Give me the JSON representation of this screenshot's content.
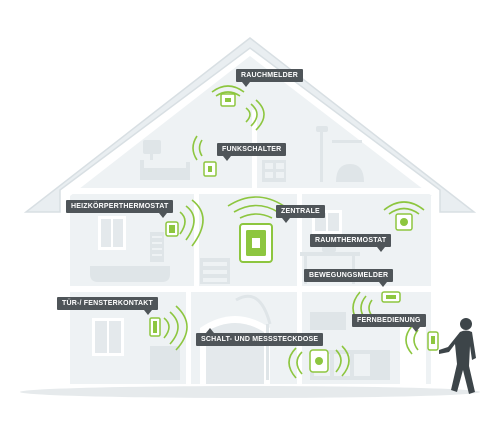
{
  "devices": {
    "rauchmelder": "RAUCHMELDER",
    "funkschalter": "FUNKSCHALTER",
    "heizkoerperthermostat": "HEIZKÖRPERTHERMOSTAT",
    "zentrale": "ZENTRALE",
    "raumthermostat": "RAUMTHERMOSTAT",
    "bewegungsmelder": "BEWEGUNGSMELDER",
    "tuerfensterkontakt": "TÜR-/ FENSTERKONTAKT",
    "fernbedienung": "FERNBEDIENUNG",
    "steckdose": "SCHALT- UND MESSSTECKDOSE"
  },
  "colors": {
    "house_fill": "#eef2f4",
    "house_outline": "#ffffff",
    "furniture": "#dfe5e8",
    "device_green": "#8dc63f",
    "label_bg": "#4f5559",
    "person": "#3d4549"
  },
  "icons": [
    "smoke-detector-icon",
    "wall-switch-icon",
    "radiator-thermostat-icon",
    "gateway-icon",
    "room-thermostat-icon",
    "motion-sensor-icon",
    "window-contact-icon",
    "remote-control-icon",
    "smart-plug-icon",
    "person-icon"
  ]
}
